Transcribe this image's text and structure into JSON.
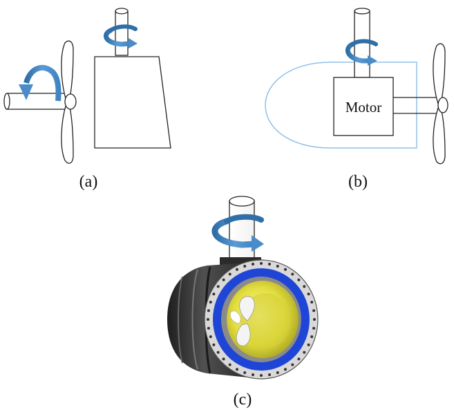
{
  "panels": [
    {
      "id": "a",
      "caption": "(a)"
    },
    {
      "id": "b",
      "caption": "(b)",
      "motor_label": "Motor"
    },
    {
      "id": "c",
      "caption": "(c)"
    }
  ],
  "colors": {
    "rotation_arrow": "#4a8cc9",
    "rotation_arrow_dark": "#2f6ea6",
    "hull_outline": "#8fc0e8",
    "ring_blue": "#1f45d6",
    "propeller_yellow": "#e6e24a",
    "housing_dark": "#3a3a3a"
  },
  "icons": [
    "rotation-arrow-icon",
    "propeller-icon",
    "shaft-icon"
  ]
}
